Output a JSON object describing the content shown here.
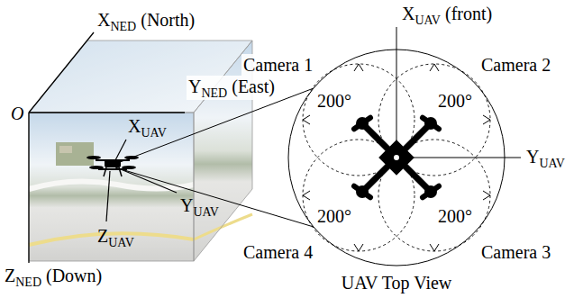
{
  "diagram": {
    "labels": [
      "X",
      "NED",
      "(North)",
      "O",
      "Y",
      "NED",
      "(East)",
      "X",
      "UAV",
      "Y",
      "UAV",
      "Z",
      "UAV",
      "Z",
      "NED",
      "(Down)",
      "X",
      "UAV",
      "(front)",
      "Camera 1",
      "Camera 2",
      "Camera 3",
      "Camera 4",
      "Y",
      "UAV",
      "200°",
      "200°",
      "200°",
      "200°",
      "UAV Top View"
    ]
  }
}
